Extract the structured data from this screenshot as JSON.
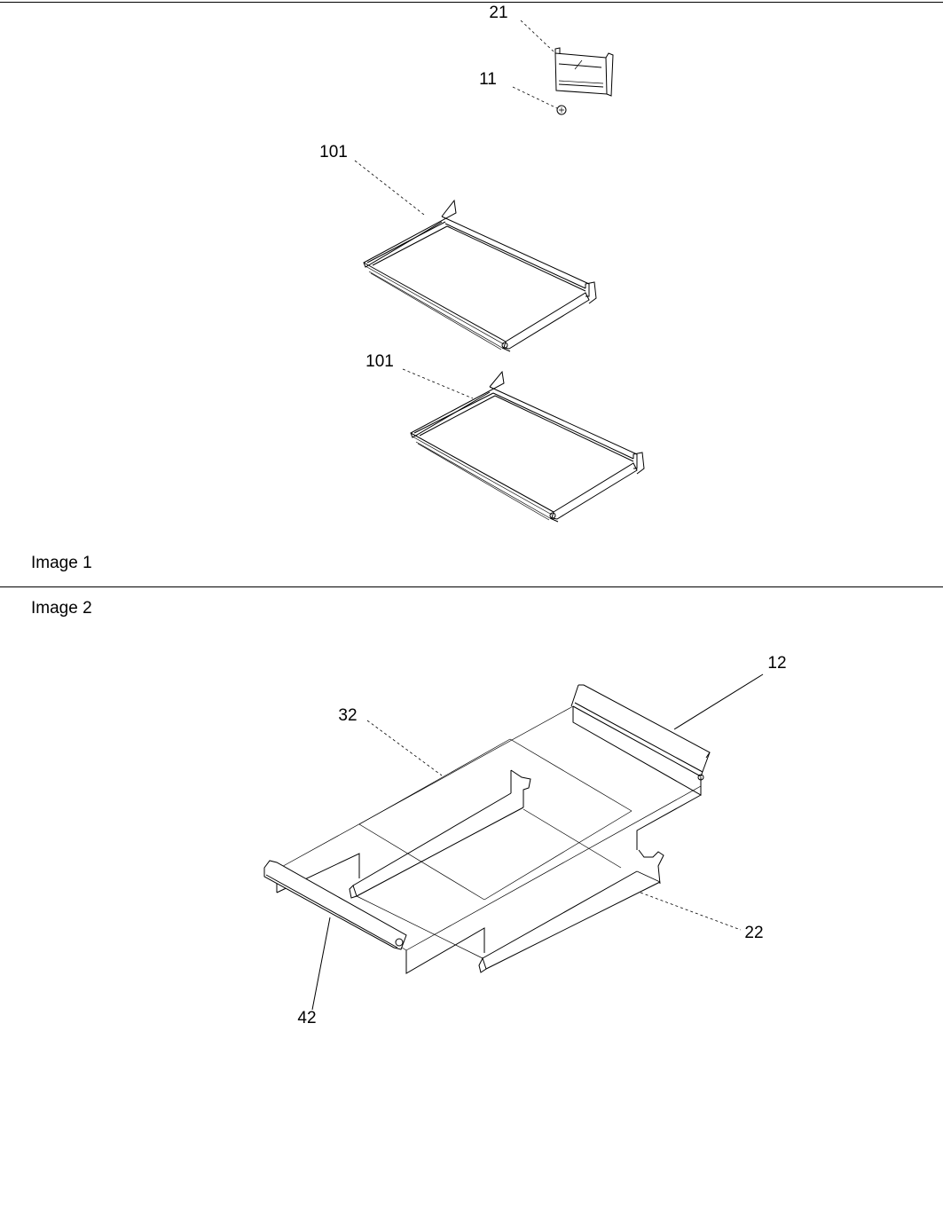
{
  "figure1": {
    "caption": "Image 1",
    "callouts": {
      "c21": "21",
      "c11": "11",
      "c101_top": "101",
      "c101_bottom": "101"
    }
  },
  "figure2": {
    "caption": "Image 2",
    "callouts": {
      "c12": "12",
      "c32": "32",
      "c22": "22",
      "c42": "42"
    }
  }
}
